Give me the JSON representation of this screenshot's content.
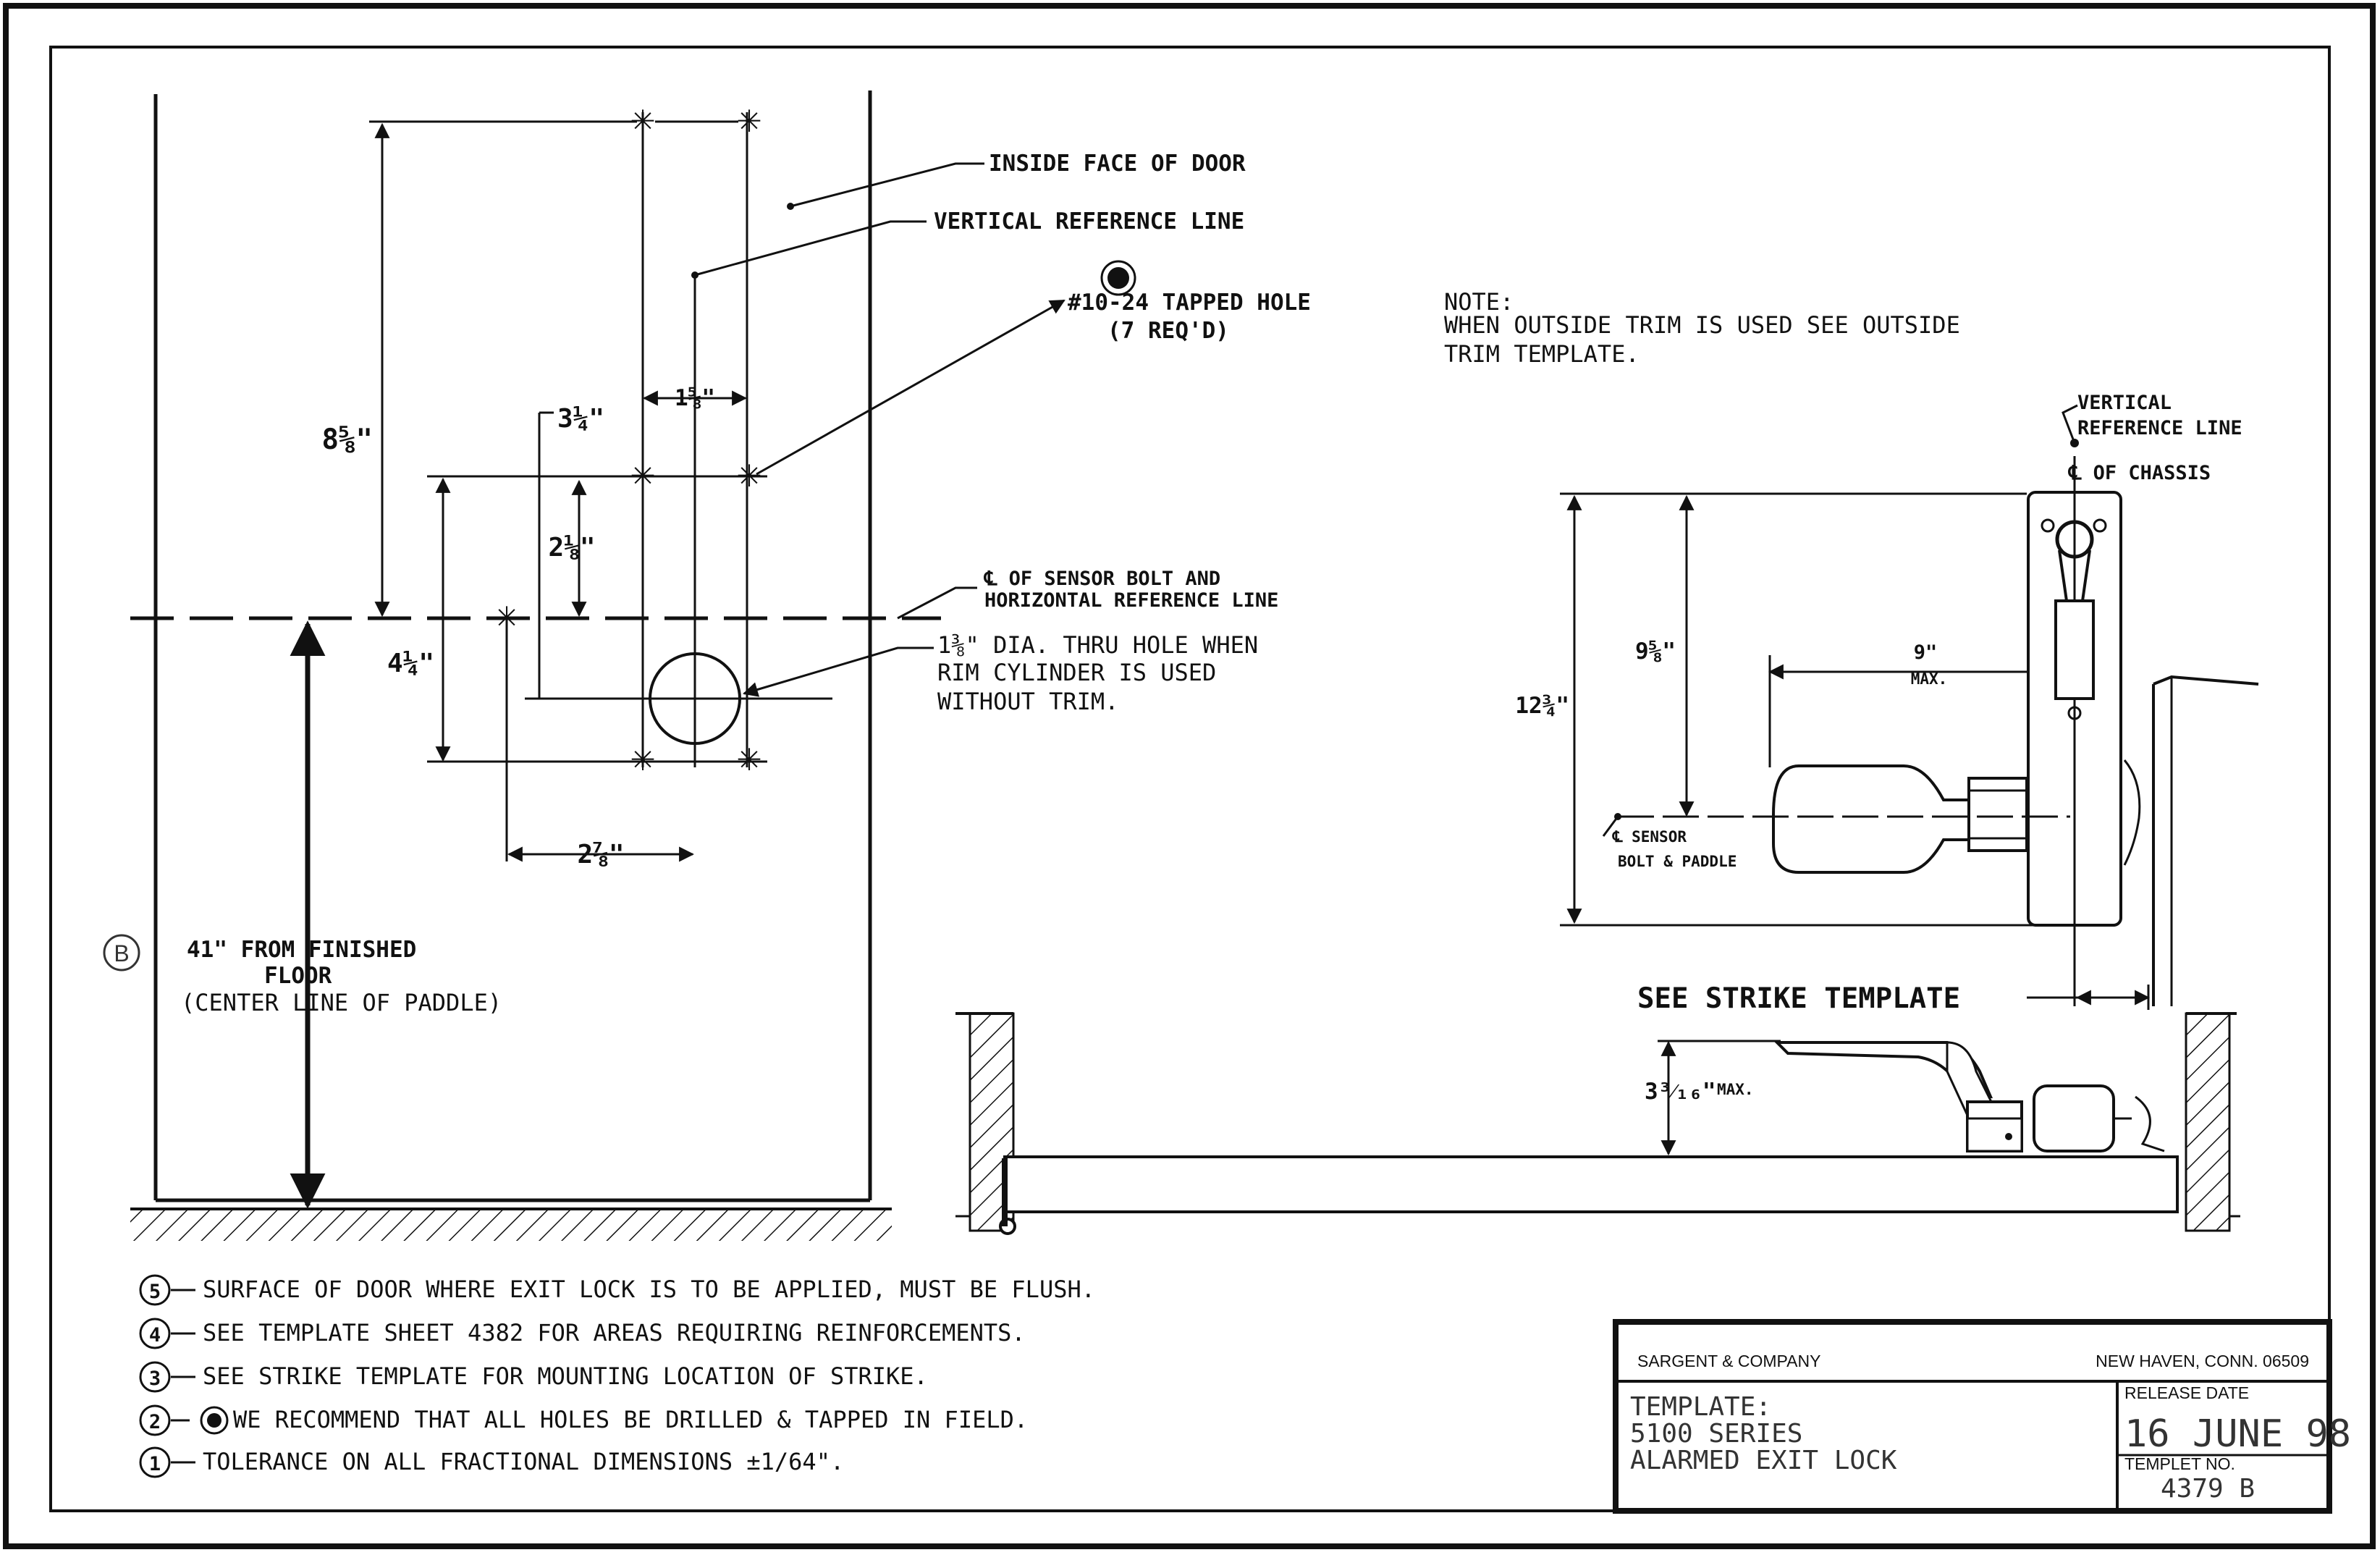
{
  "callouts": {
    "inside_face": "INSIDE FACE OF DOOR",
    "vertical_ref": "VERTICAL REFERENCE LINE",
    "tapped_hole_1": "#10-24 TAPPED HOLE",
    "tapped_hole_2": "(7 REQ'D)",
    "sensor_bolt_1": "℄ OF SENSOR BOLT AND",
    "sensor_bolt_2": "HORIZONTAL REFERENCE LINE",
    "dia_1": "1⅜\" DIA. THRU HOLE WHEN",
    "dia_2": "RIM CYLINDER IS USED",
    "dia_3": "WITHOUT TRIM."
  },
  "dimensions": {
    "d_8_5_8": "8⅝\"",
    "d_3_1_4": "3¼\"",
    "d_1_5_8": "1⅝\"",
    "d_2_1_8": "2⅛\"",
    "d_4_1_4": "4¼\"",
    "d_2_7_8": "2⅞\""
  },
  "floor_note": {
    "marker": "B",
    "line1": "41\" FROM FINISHED",
    "line2": "FLOOR",
    "line3": "(CENTER LINE OF PADDLE)"
  },
  "note": {
    "heading": "NOTE:",
    "line1": "WHEN OUTSIDE TRIM IS USED SEE OUTSIDE",
    "line2": "TRIM TEMPLATE."
  },
  "side_view": {
    "vertical_ref_1": "VERTICAL",
    "vertical_ref_2": "REFERENCE LINE",
    "chassis": "℄ OF CHASSIS",
    "d_12_3_4": "12¾\"",
    "d_9_5_8": "9⅝\"",
    "max9_1": "9\"",
    "max9_2": "MAX.",
    "sensor_1": "℄ SENSOR",
    "sensor_2": "BOLT & PADDLE"
  },
  "plan_view": {
    "strike": "SEE STRIKE TEMPLATE",
    "d_3_3_16": "3³⁄₁₆\"",
    "max": "MAX."
  },
  "notes": [
    {
      "num": "5",
      "text": "SURFACE OF DOOR WHERE EXIT LOCK IS TO BE APPLIED, MUST BE FLUSH."
    },
    {
      "num": "4",
      "text": "SEE TEMPLATE SHEET 4382 FOR AREAS REQUIRING REINFORCEMENTS."
    },
    {
      "num": "3",
      "text": "SEE STRIKE TEMPLATE FOR MOUNTING LOCATION OF STRIKE."
    },
    {
      "num": "2",
      "text": "WE RECOMMEND THAT ALL HOLES BE DRILLED & TAPPED IN FIELD."
    },
    {
      "num": "1",
      "text": "TOLERANCE ON ALL FRACTIONAL DIMENSIONS ±1/64\"."
    }
  ],
  "title_block": {
    "company": "SARGENT & COMPANY",
    "location": "NEW HAVEN, CONN. 06509",
    "template_label": "TEMPLATE:",
    "series": "5100 SERIES",
    "product": "ALARMED EXIT LOCK",
    "release_label": "RELEASE DATE",
    "release_date": "16 JUNE 98",
    "templet_label": "TEMPLET NO.",
    "templet_no": "4379 B"
  }
}
